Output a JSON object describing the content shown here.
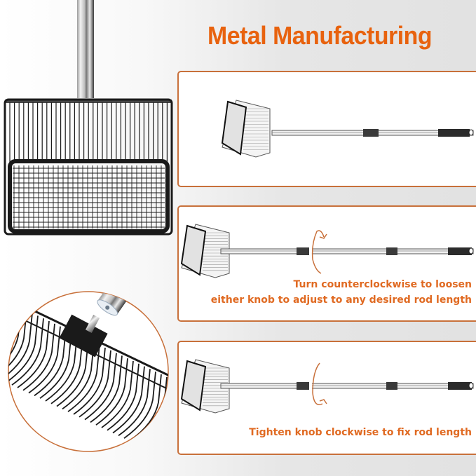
{
  "header": {
    "title": "Metal Manufacturing"
  },
  "panels": [
    {
      "id": "extended-scoop",
      "caption": []
    },
    {
      "id": "loosen-step",
      "caption": [
        "Turn counterclockwise to loosen",
        "either knob to adjust to any desired rod length"
      ],
      "rotation": "counterclockwise"
    },
    {
      "id": "tighten-step",
      "caption": [
        "Tighten knob clockwise to fix rod length"
      ],
      "rotation": "clockwise"
    }
  ],
  "colors": {
    "accent": "#e8620e",
    "caption": "#e06a22",
    "panel_border": "#c8703a",
    "wire": "#1a1a1a",
    "handle_grip": "#333333"
  },
  "icons": {
    "rotate_ccw": "rotate-counterclockwise-icon",
    "rotate_cw": "rotate-clockwise-icon"
  }
}
